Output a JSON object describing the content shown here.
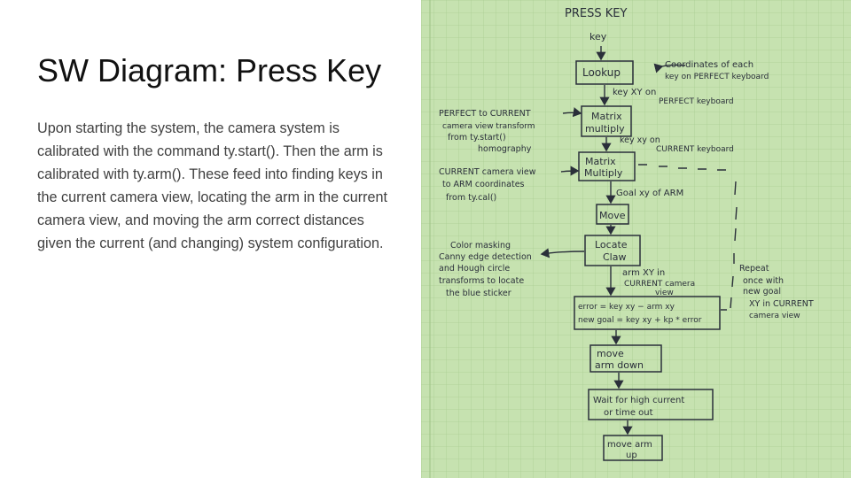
{
  "slide": {
    "title": "SW Diagram: Press Key",
    "body": "Upon starting the system, the camera system is calibrated with the command ty.start(). Then the arm is calibrated with ty.arm(). These feed into finding keys in the current camera view, locating the arm in the current camera view, and moving the arm correct distances given the current (and changing) system configuration."
  },
  "diagram": {
    "background": "#c6e2b0",
    "grid_color": "#aacd94",
    "ink_color": "#2a2f3a",
    "heading": "PRESS KEY",
    "start_label": "key",
    "boxes": {
      "lookup": "Lookup",
      "matrix1_line1": "Matrix",
      "matrix1_line2": "multiply",
      "matrix2_line1": "Matrix",
      "matrix2_line2": "Multiply",
      "move": "Move",
      "locate_line1": "Locate",
      "locate_line2": "Claw",
      "error_line1": "error = key xy − arm xy",
      "error_line2": "new goal = key xy + kp * error",
      "movearm_line1": "move",
      "movearm_line2": "arm down",
      "wait_line1": "Wait for high current",
      "wait_line2": "or time out",
      "moveup_line1": "move arm",
      "moveup_line2": "up"
    },
    "notes": {
      "coords_1": "Coordinates of each",
      "coords_2": "key on PERFECT keyboard",
      "keyxy1_1": "key XY on",
      "keyxy1_2": "PERFECT keyboard",
      "perfect_1": "PERFECT to CURRENT",
      "perfect_2": "camera view transform",
      "perfect_3": "from ty.start()",
      "perfect_4": "homography",
      "keyxy2_1": "key xy on",
      "keyxy2_2": "CURRENT keyboard",
      "current_1": "CURRENT camera view",
      "current_2": "to ARM coordinates",
      "current_3": "from ty.cal()",
      "goal": "Goal xy of ARM",
      "color_1": "Color masking",
      "color_2": "Canny edge detection",
      "color_3": "and Hough circle",
      "color_4": "transforms to locate",
      "color_5": "the blue sticker",
      "armxy_1": "arm XY in",
      "armxy_2": "CURRENT camera",
      "armxy_3": "view",
      "repeat_1": "Repeat",
      "repeat_2": "once with",
      "repeat_3": "new goal",
      "repeat_4": "XY in CURRENT",
      "repeat_5": "camera view"
    }
  }
}
